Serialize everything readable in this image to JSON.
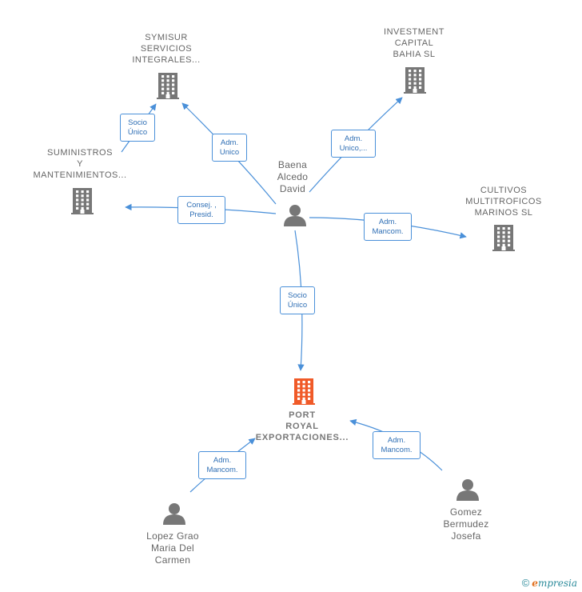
{
  "colors": {
    "edge": "#4a90d9",
    "company": "#777777",
    "main_company": "#f05a28",
    "person": "#777777",
    "text": "#666666"
  },
  "nodes": {
    "symisur": {
      "lines": [
        "SYMISUR",
        "SERVICIOS",
        "INTEGRALES..."
      ],
      "icon": "building-icon"
    },
    "investment": {
      "lines": [
        "INVESTMENT",
        "CAPITAL",
        "BAHIA  SL"
      ],
      "icon": "building-icon"
    },
    "suministros": {
      "lines": [
        "SUMINISTROS",
        "Y",
        "MANTENIMIENTOS..."
      ],
      "icon": "building-icon"
    },
    "cultivos": {
      "lines": [
        "CULTIVOS",
        "MULTITROFICOS",
        "MARINOS SL"
      ],
      "icon": "building-icon"
    },
    "baena": {
      "lines": [
        "Baena",
        "Alcedo",
        "David"
      ],
      "icon": "person-icon"
    },
    "port_royal": {
      "lines": [
        "PORT",
        "ROYAL",
        "EXPORTACIONES..."
      ],
      "icon": "building-icon"
    },
    "lopez": {
      "lines": [
        "Lopez Grao",
        "Maria Del",
        "Carmen"
      ],
      "icon": "person-icon"
    },
    "gomez": {
      "lines": [
        "Gomez",
        "Bermudez",
        "Josefa"
      ],
      "icon": "person-icon"
    }
  },
  "edges": {
    "suministros_symisur": [
      "Socio",
      "Único"
    ],
    "baena_symisur": [
      "Adm.",
      "Unico"
    ],
    "baena_investment": [
      "Adm.",
      "Unico,..."
    ],
    "baena_suministros": [
      "Consej. ,",
      "Presid."
    ],
    "baena_cultivos": [
      "Adm.",
      "Mancom."
    ],
    "baena_port": [
      "Socio",
      "Único"
    ],
    "lopez_port": [
      "Adm.",
      "Mancom."
    ],
    "gomez_port": [
      "Adm.",
      "Mancom."
    ]
  },
  "brand": {
    "copyright": "©",
    "e": "e",
    "rest": "mpresia"
  }
}
